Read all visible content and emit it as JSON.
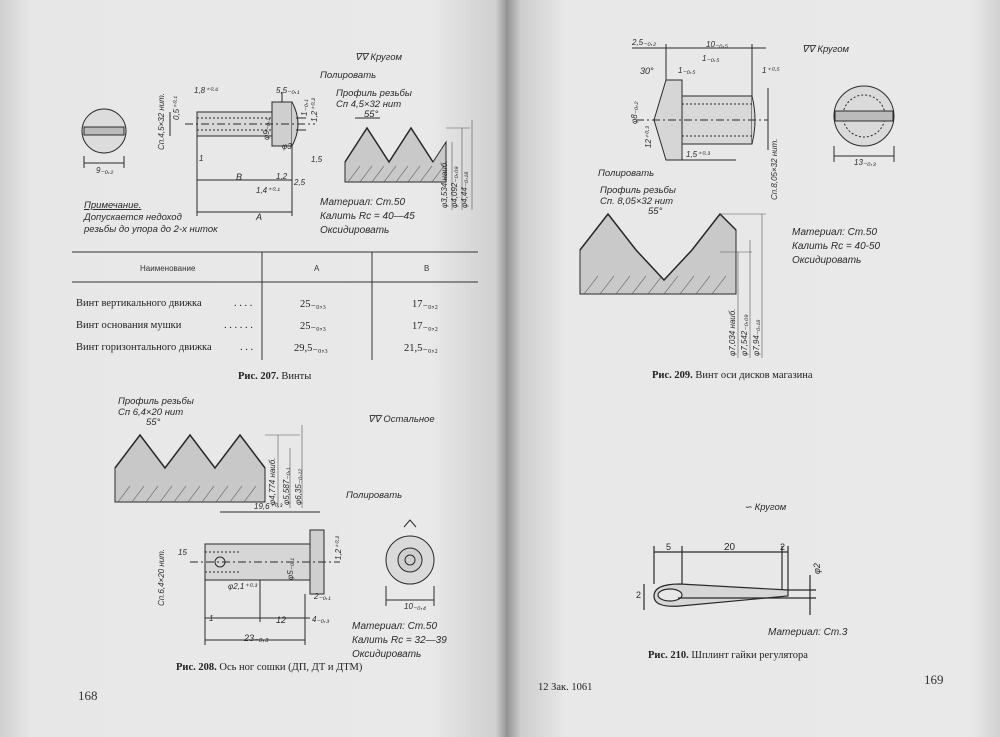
{
  "left_page": {
    "page_number": "168",
    "fig207": {
      "surface_mark": "∇∇ Кругом",
      "polish": "Полировать",
      "thread_profile": [
        "Профиль резьбы",
        "Сп 4,5×32 нит"
      ],
      "angle": "55°",
      "dims": {
        "d1": "1,8⁺⁰·⁶",
        "d2": "0,5⁺⁰·¹",
        "d3": "5,5₋₀,₁",
        "d4": "Сп.4,5×32 нит.",
        "d5": "φ9₋₀,₁",
        "d6": "1₋₀,₁",
        "d7": "φ3",
        "d8": "1,2⁺⁰·²",
        "d9": "1,5",
        "d10": "1,2",
        "d11": "2,5",
        "d12": "1,4⁺⁰·¹",
        "d13": "В",
        "d14": "А",
        "d15": "1",
        "d16": "9₋₀,₂"
      },
      "thread_dims": [
        "φ3,534 наиб.",
        "φ4,092₋₀,₀₉",
        "φ4,44₋₀,₁₈"
      ],
      "note": [
        "Примечание.",
        "Допускается недоход",
        "резьбы до упора до 2-х ниток"
      ],
      "material": [
        "Материал: Ст.50",
        "Калить Rc = 40—45",
        "Оксидировать"
      ],
      "table": {
        "headers": [
          "Наименование",
          "А",
          "В"
        ],
        "rows": [
          {
            "name": "Винт вертикального движка",
            "a": "25₋₀,₃",
            "b": "17₋₀,₂"
          },
          {
            "name": "Винт основания мушки",
            "a": "25₋₀,₃",
            "b": "17₋₀,₂"
          },
          {
            "name": "Винт горизонтального движка",
            "a": "29,5₋₀,₃",
            "b": "21,5₋₀,₂"
          }
        ]
      },
      "caption_num": "Рис. 207.",
      "caption_text": "Винты"
    },
    "fig208": {
      "thread_profile": [
        "Профиль резьбы",
        "Сп 6,4×20 нит"
      ],
      "angle": "55°",
      "surface_mark": "∇∇ Остальное",
      "polish": "Полировать",
      "thread_dims": [
        "φ4,774 наиб.",
        "φ5,587₋₀,₁",
        "φ6,35₋₀,₁₂"
      ],
      "dims": {
        "d1": "19,6⁺⁰·³",
        "d2": "Сп.6,4×20 нит.",
        "d3": "1,2⁺⁰·²",
        "d4": "φ5₋₀,₁",
        "d5": "φ2,1⁺⁰·³",
        "d6": "15",
        "d7": "1",
        "d8": "12",
        "d9": "4₋₀,₃",
        "d10": "2₋₀,₁",
        "d11": "23₋₀,₃",
        "d12": "10₋₀,₄"
      },
      "material": [
        "Материал: Ст.50",
        "Калить Rc = 32—39",
        "Оксидировать"
      ],
      "caption_num": "Рис. 208.",
      "caption_text": "Ось ног сошки (ДП, ДТ и ДТМ)"
    }
  },
  "right_page": {
    "page_number": "169",
    "footer_left": "12  Зак. 1061",
    "fig209": {
      "surface_mark": "∇∇ Кругом",
      "dims": {
        "d1": "2,5₋₀,₂",
        "d2": "10₋₀,₅",
        "d3": "1₋₀,₅",
        "d4": "1₋₀,₅",
        "d5": "1⁺⁰·⁵",
        "d6": "30°",
        "d7": "φ8₋₀,₂",
        "d8": "12⁺⁰·³",
        "d9": "1,5⁺⁰·³",
        "d10": "Сп.8,05×32 нит.",
        "d11": "13₋₀,₃"
      },
      "polish": "Полировать",
      "thread_profile": [
        "Профиль резьбы",
        "Сп. 8,05×32 нит"
      ],
      "angle": "55°",
      "thread_dims": [
        "φ7,034 наиб.",
        "φ7,542₋₀,₀₉",
        "φ7,94₋₀,₁₈"
      ],
      "material": [
        "Материал: Ст.50",
        "Калить Rc = 40-50",
        "Оксидировать"
      ],
      "caption_num": "Рис. 209.",
      "caption_text": "Винт оси дисков магазина"
    },
    "fig210": {
      "surface_mark": "∽ Кругом",
      "dims": {
        "d1": "5",
        "d2": "20",
        "d3": "2",
        "d4": "φ2",
        "d5": "2"
      },
      "material": "Материал: Ст.3",
      "caption_num": "Рис. 210.",
      "caption_text": "Шплинт гайки регулятора"
    }
  }
}
